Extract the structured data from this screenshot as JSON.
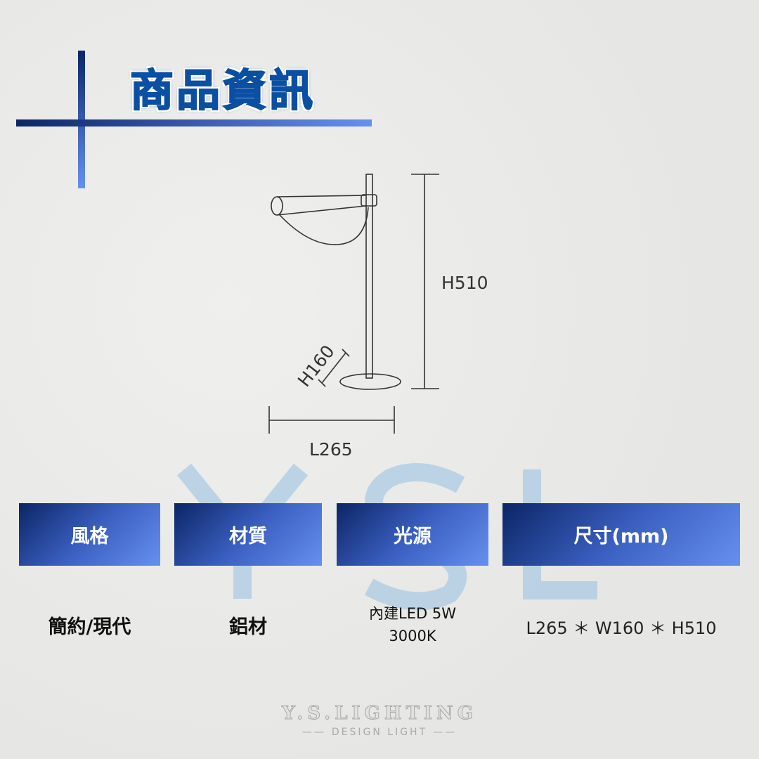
{
  "title": "商品資訊",
  "watermark": [
    "Y",
    "S",
    "L"
  ],
  "drawing": {
    "height_label": "H510",
    "width_label": "H160",
    "length_label": "L265"
  },
  "specs": [
    {
      "header": "風格",
      "value": "簡約/現代"
    },
    {
      "header": "材質",
      "value": "鋁材"
    },
    {
      "header": "光源",
      "value_line1": "內建LED 5W",
      "value_line2": "3000K"
    },
    {
      "header": "尺寸(mm)",
      "value": "L265 ＊ W160 ＊ H510"
    }
  ],
  "brand": {
    "name": "Y.S.LIGHTING",
    "tagline": "DESIGN LIGHT"
  },
  "colors": {
    "accent_dark": "#0c2566",
    "accent_light": "#6690f0",
    "title": "#0b4fa3"
  }
}
